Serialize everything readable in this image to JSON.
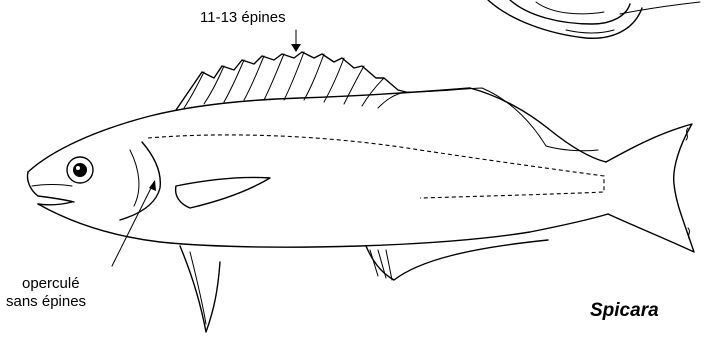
{
  "labels": {
    "spines_callout": "11-13 épines",
    "operculum_line1": "operculé",
    "operculum_line2": "sans épines",
    "genus": "Spicara"
  }
}
